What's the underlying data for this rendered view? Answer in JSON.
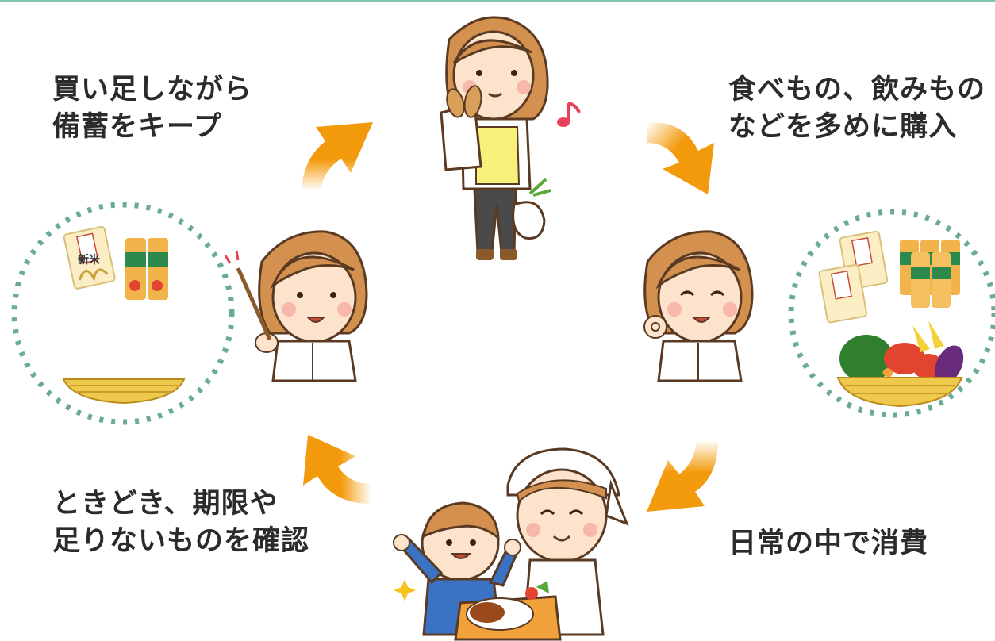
{
  "steps": [
    {
      "lines": [
        "買い足しながら",
        "備蓄をキープ"
      ]
    },
    {
      "lines": [
        "食べもの、飲みもの",
        "などを多めに購入"
      ]
    },
    {
      "lines": [
        "日常の中で消費"
      ]
    },
    {
      "lines": [
        "ときどき、期限や",
        "足りないものを確認"
      ]
    }
  ],
  "rice_bag_label": "新米",
  "colors": {
    "arrow": "#f39a0c",
    "text": "#2b2b2b",
    "dotted_circle": "#6aab98",
    "skin": "#fde3cc",
    "hair": "#d3904e",
    "outline": "#5a3a22",
    "apron": "#f7f07a",
    "basket": "#eec94c"
  },
  "icons": [
    "cycle-arrow-icon",
    "shopper-woman-icon",
    "teacher-woman-icon",
    "ok-gesture-woman-icon",
    "cook-with-child-icon",
    "rice-bag-icon",
    "canned-food-icon",
    "vegetables-icon",
    "basket-icon",
    "music-note-icon",
    "sparkle-icon",
    "pointer-stick-icon"
  ]
}
